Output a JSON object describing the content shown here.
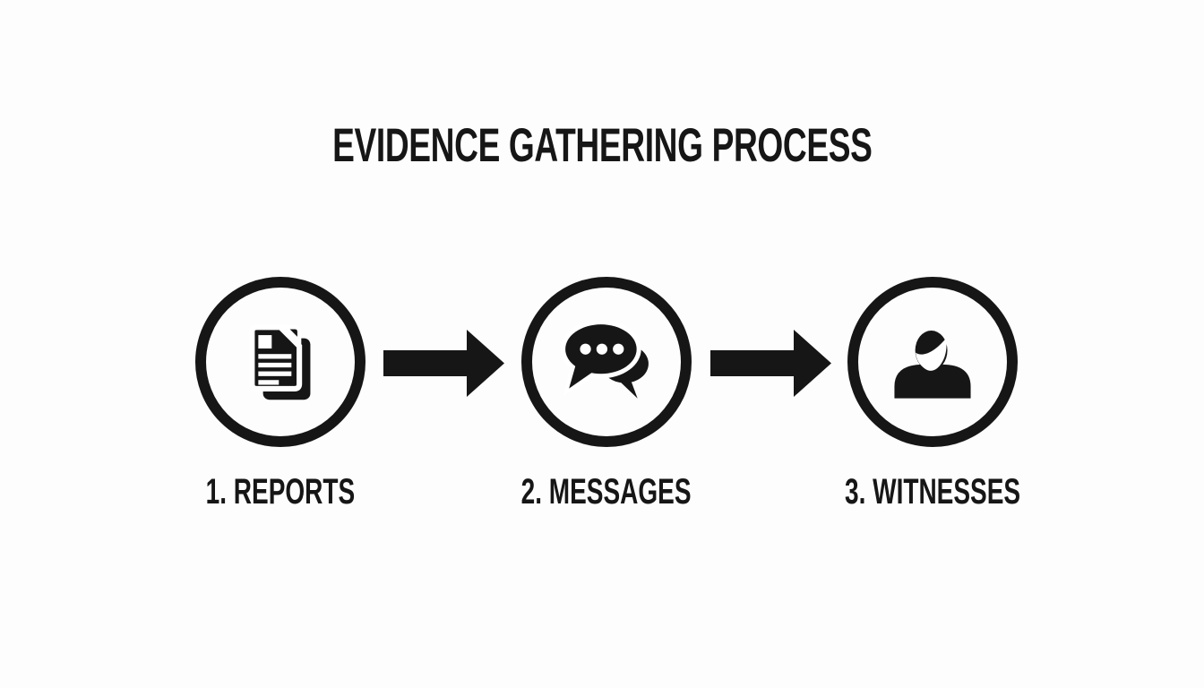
{
  "colors": {
    "ink": "#161616",
    "background": "#fdfdfd"
  },
  "title": "EVIDENCE GATHERING PROCESS",
  "steps": [
    {
      "label": "1. REPORTS",
      "icon": "documents-icon"
    },
    {
      "label": "2. MESSAGES",
      "icon": "chat-bubbles-icon"
    },
    {
      "label": "3. WITNESSES",
      "icon": "person-icon"
    }
  ],
  "connectors": [
    {
      "icon": "arrow-right-icon"
    },
    {
      "icon": "arrow-right-icon"
    }
  ]
}
